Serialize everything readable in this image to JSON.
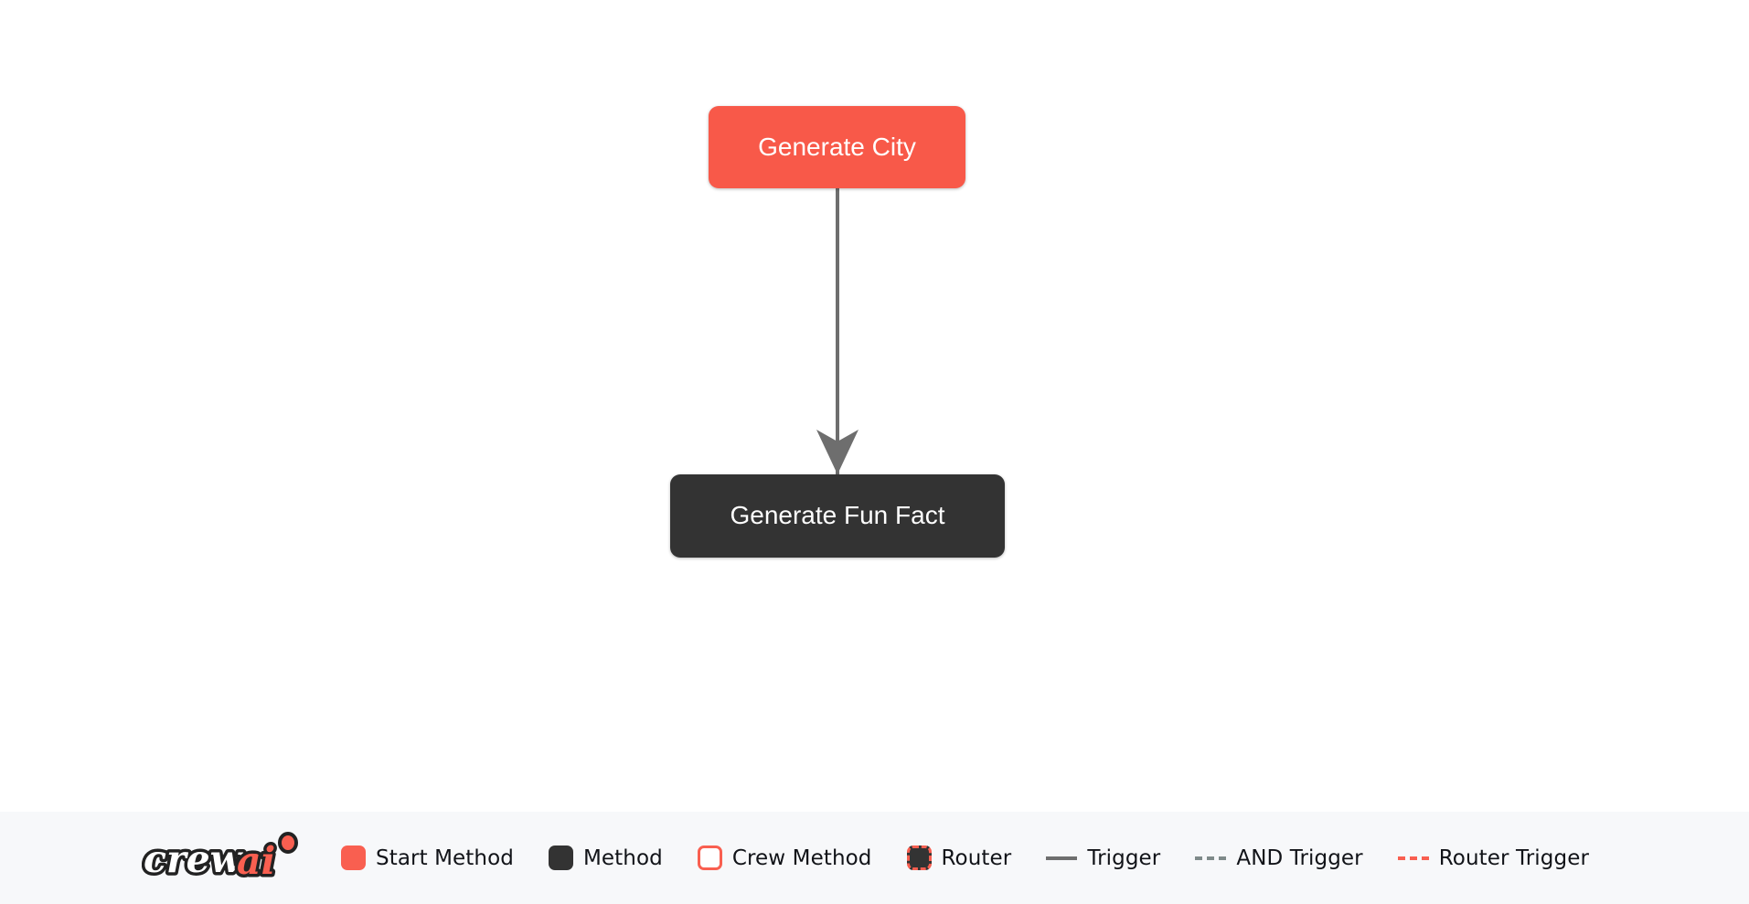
{
  "canvas": {
    "background_color": "#ffffff",
    "nodes": [
      {
        "id": "generate-city",
        "label": "Generate City",
        "type": "start-method",
        "color": "#f85949",
        "text_color": "#ffffff"
      },
      {
        "id": "generate-fun-fact",
        "label": "Generate Fun Fact",
        "type": "method",
        "color": "#333333",
        "text_color": "#ffffff"
      }
    ],
    "edges": [
      {
        "from": "generate-city",
        "to": "generate-fun-fact",
        "type": "trigger",
        "color": "#6e6e6e",
        "style": "solid"
      }
    ]
  },
  "legend": {
    "background_color": "#f7f8fa",
    "logo": {
      "text_primary": "crew",
      "text_accent": "ai",
      "accent_color": "#f95f50",
      "primary_color": "#ffffff",
      "outline_color": "#222222"
    },
    "items": [
      {
        "label": "Start Method",
        "marker": "solid-square",
        "color": "#f95f50"
      },
      {
        "label": "Method",
        "marker": "solid-square",
        "color": "#333333"
      },
      {
        "label": "Crew Method",
        "marker": "outlined-square",
        "color": "#f95f50"
      },
      {
        "label": "Router",
        "marker": "dashed-border-square",
        "color": "#f95f50"
      },
      {
        "label": "Trigger",
        "marker": "solid-line",
        "color": "#6e6e6e"
      },
      {
        "label": "AND Trigger",
        "marker": "dashed-line",
        "color": "#7f8a8a"
      },
      {
        "label": "Router Trigger",
        "marker": "dashed-line",
        "color": "#f95f50"
      }
    ]
  }
}
